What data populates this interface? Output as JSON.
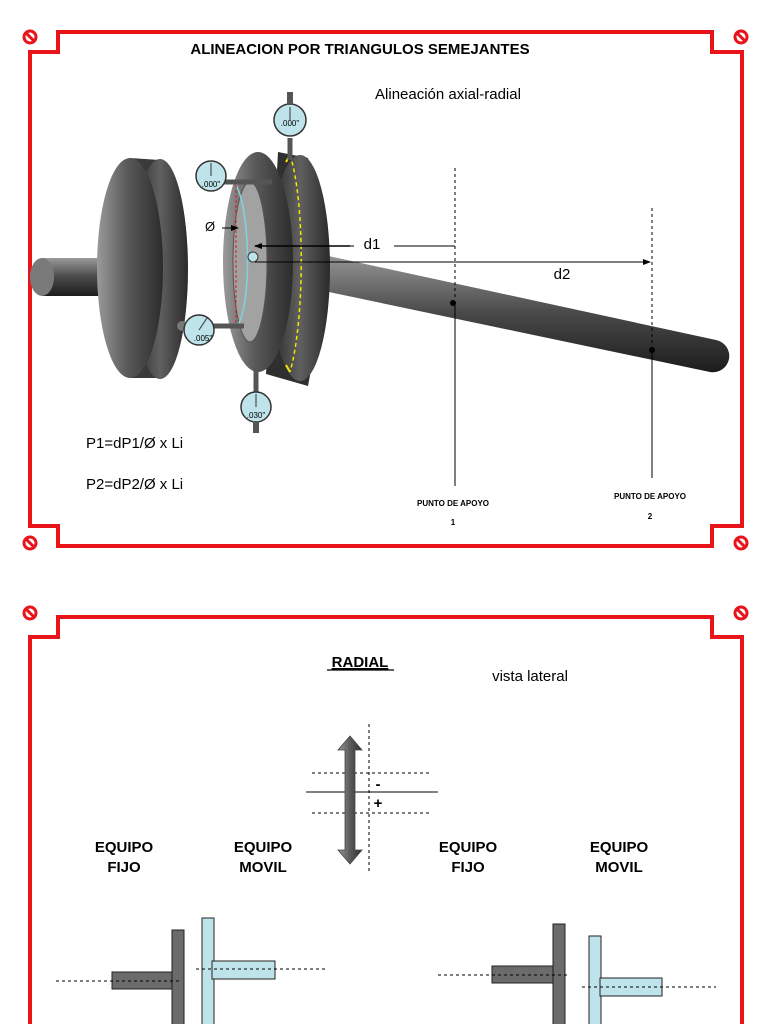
{
  "slide1": {
    "title": "ALINEACION POR TRIANGULOS SEMEJANTES",
    "subtitle": "Alineación axial-radial",
    "dial_top": ".000\"",
    "dial_left": ".000\"",
    "dial_lower_left": ".005\"",
    "dial_bottom": ".030\"",
    "diameter_symbol": "Ø",
    "d1_label": "d1",
    "d2_label": "d2",
    "formula_1": "P1=dP1/Ø  x Li",
    "formula_2": "P2=dP2/Ø  x Li",
    "support_1_label": "PUNTO DE APOYO",
    "support_1_number": "1",
    "support_2_label": "PUNTO DE APOYO",
    "support_2_number": "2"
  },
  "slide2": {
    "title": "RADIAL",
    "subtitle": "vista lateral",
    "minus_sign": "-",
    "plus_sign": "+",
    "left_fixed_line1": "EQUIPO",
    "left_fixed_line2": "FIJO",
    "left_moving_line1": "EQUIPO",
    "left_moving_line2": "MOVIL",
    "right_fixed_line1": "EQUIPO",
    "right_fixed_line2": "FIJO",
    "right_moving_line1": "EQUIPO",
    "right_moving_line2": "MOVIL"
  },
  "colors": {
    "frame_red": "#e8141a",
    "dial_fill": "#bfe3ea",
    "fixed_equipment": "#6b6b6b",
    "moving_equipment": "#bfe3ea",
    "yellow_mark": "#f5e400"
  }
}
